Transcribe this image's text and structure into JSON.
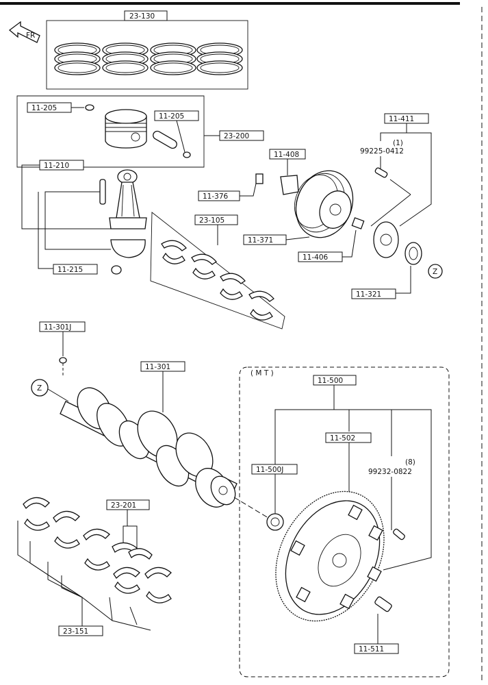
{
  "labels": {
    "l23130": "23-130",
    "l11205a": "11-205",
    "l11205b": "11-205",
    "l23200": "23-200",
    "l11210": "11-210",
    "l11215": "11-215",
    "l23105": "23-105",
    "l11376": "11-376",
    "l11408": "11-408",
    "l11371": "11-371",
    "l11411": "11-411",
    "l11406": "11-406",
    "l11321": "11-321",
    "l11301J": "11-301J",
    "l11301": "11-301",
    "l23201": "23-201",
    "l23151": "23-151",
    "l11500": "11-500",
    "l11502": "11-502",
    "l11500J": "11-500J",
    "l11511": "11-511"
  },
  "notes": {
    "bolt_qty_1": "(1)",
    "bolt_part_1": "99225-0412",
    "bolt_qty_2": "(8)",
    "bolt_part_2": "99232-0822",
    "mt_box": "( M T )",
    "z_mark": "Z",
    "fr_mark": "FR"
  }
}
